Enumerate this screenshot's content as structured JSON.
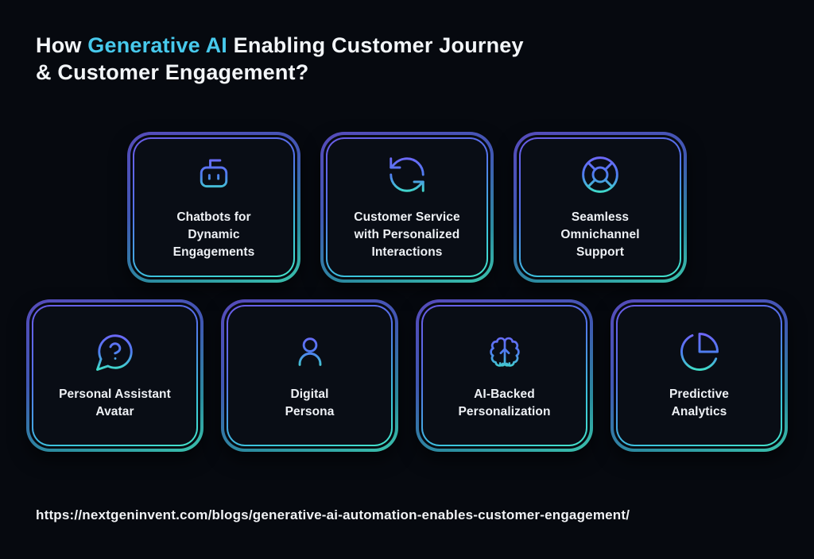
{
  "title": {
    "prefix": "How ",
    "highlight": "Generative AI",
    "rest": " Enabling Customer Journey\n& Customer Engagement?"
  },
  "cards": [
    {
      "icon": "chatbot-icon",
      "label": "Chatbots for\nDynamic\nEngagements"
    },
    {
      "icon": "sync-arrows-icon",
      "label": "Customer Service\nwith Personalized\nInteractions"
    },
    {
      "icon": "lifebuoy-icon",
      "label": "Seamless\nOmnichannel\nSupport"
    },
    {
      "icon": "chat-question-icon",
      "label": "Personal Assistant\nAvatar"
    },
    {
      "icon": "user-icon",
      "label": "Digital\nPersona"
    },
    {
      "icon": "brain-icon",
      "label": "AI-Backed\nPersonalization"
    },
    {
      "icon": "pie-chart-icon",
      "label": "Predictive\nAnalytics"
    }
  ],
  "footer": {
    "url": "https://nextgeninvent.com/blogs/generative-ai-automation-enables-customer-engagement/"
  },
  "colors": {
    "background": "#06090f",
    "card_background": "#090d15",
    "title_text": "#f3f6f9",
    "accent_cyan": "#47c9ec",
    "gradient_purple": "#6a5ce6",
    "gradient_blue": "#5472ea",
    "gradient_teal": "#43e2c8",
    "card_text": "#eef1f5"
  }
}
